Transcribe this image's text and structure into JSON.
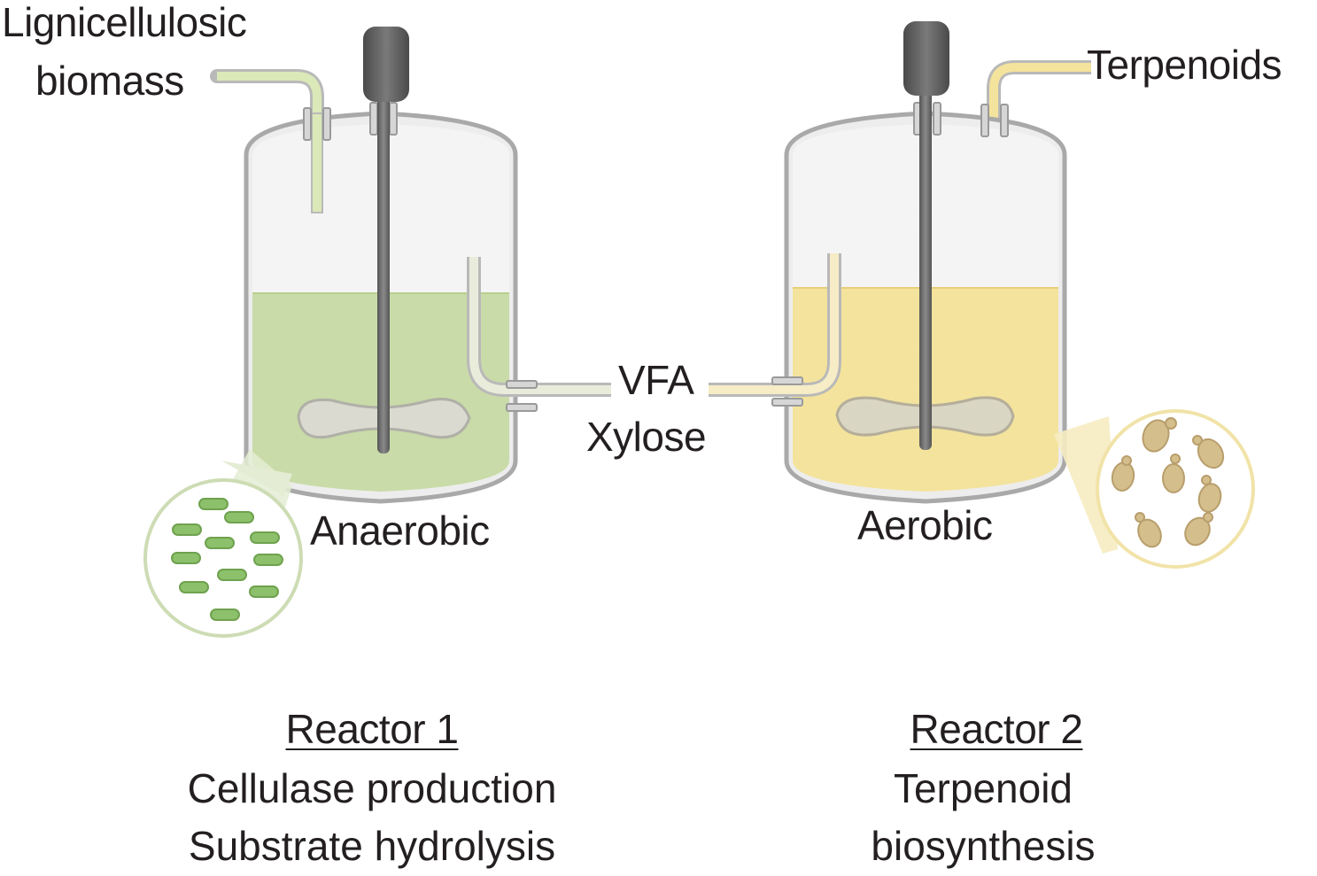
{
  "inputs": {
    "feed_line1": "Lignicellulosic",
    "feed_line2": "biomass"
  },
  "outputs": {
    "product": "Terpenoids"
  },
  "transfer": {
    "line1": "VFA",
    "line2": "Xylose"
  },
  "reactor1": {
    "condition": "Anaerobic",
    "title": "Reactor 1",
    "desc_line1": "Cellulase production",
    "desc_line2": "Substrate hydrolysis",
    "liquid_color": "#c9dba8",
    "microbe_color": "#8cc06a"
  },
  "reactor2": {
    "condition": "Aerobic",
    "title": "Reactor 2",
    "desc_line1": "Terpenoid",
    "desc_line2": "biosynthesis",
    "liquid_color": "#f4e39c",
    "microbe_color": "#d4bf8c"
  }
}
